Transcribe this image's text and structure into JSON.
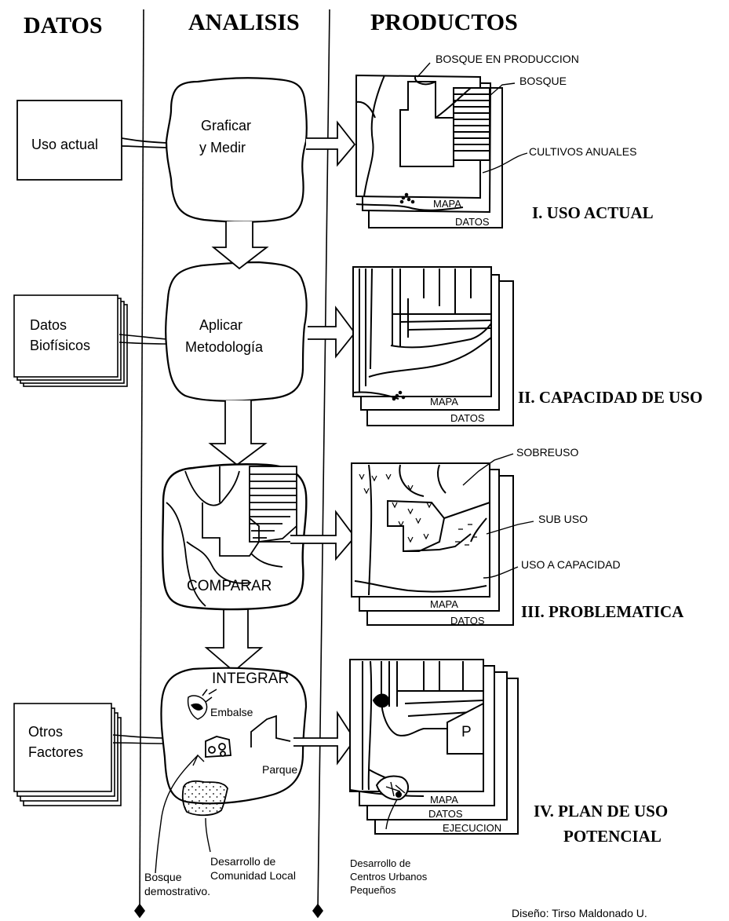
{
  "headers": {
    "datos": "DATOS",
    "analisis": "ANALISIS",
    "productos": "PRODUCTOS"
  },
  "inputs": {
    "uso_actual": "Uso actual",
    "datos_biofisicos": [
      "Datos",
      "Biofísicos"
    ],
    "otros_factores": [
      "Otros",
      "Factores"
    ]
  },
  "process": {
    "graficar": [
      "Graficar",
      "y Medir"
    ],
    "aplicar": [
      "Aplicar",
      "Metodología"
    ],
    "comparar": "COMPARAR",
    "integrar": "INTEGRAR"
  },
  "integrar_labels": {
    "embalse": "Embalse",
    "parque": "Parque",
    "bosque_demostrativo": [
      "Bosque",
      "demostrativo."
    ],
    "desarrollo_comunidad": [
      "Desarrollo de",
      "Comunidad Local"
    ]
  },
  "map1": {
    "bosque_en_produccion": "BOSQUE EN PRODUCCION",
    "bosque": "BOSQUE",
    "cultivos_anuales": "CULTIVOS ANUALES",
    "mapa": "MAPA",
    "datos": "DATOS"
  },
  "map2": {
    "mapa": "MAPA",
    "datos": "DATOS"
  },
  "map3": {
    "sobreuso": "SOBREUSO",
    "sub_uso": "SUB USO",
    "uso_a_capacidad": "USO A CAPACIDAD",
    "mapa": "MAPA",
    "datos": "DATOS"
  },
  "map4": {
    "p": "P",
    "mapa": "MAPA",
    "datos": "DATOS",
    "ejecucion": "EJECUCION",
    "desarrollo_centros": [
      "Desarrollo de",
      "Centros Urbanos",
      "Pequeños"
    ]
  },
  "product_titles": {
    "uso_actual": "I. USO ACTUAL",
    "capacidad": "II. CAPACIDAD DE USO",
    "problematica": "III.  PROBLEMATICA",
    "plan_1": "IV. PLAN DE USO",
    "plan_2": "POTENCIAL"
  },
  "credit": "Diseño: Tirso Maldonado U."
}
